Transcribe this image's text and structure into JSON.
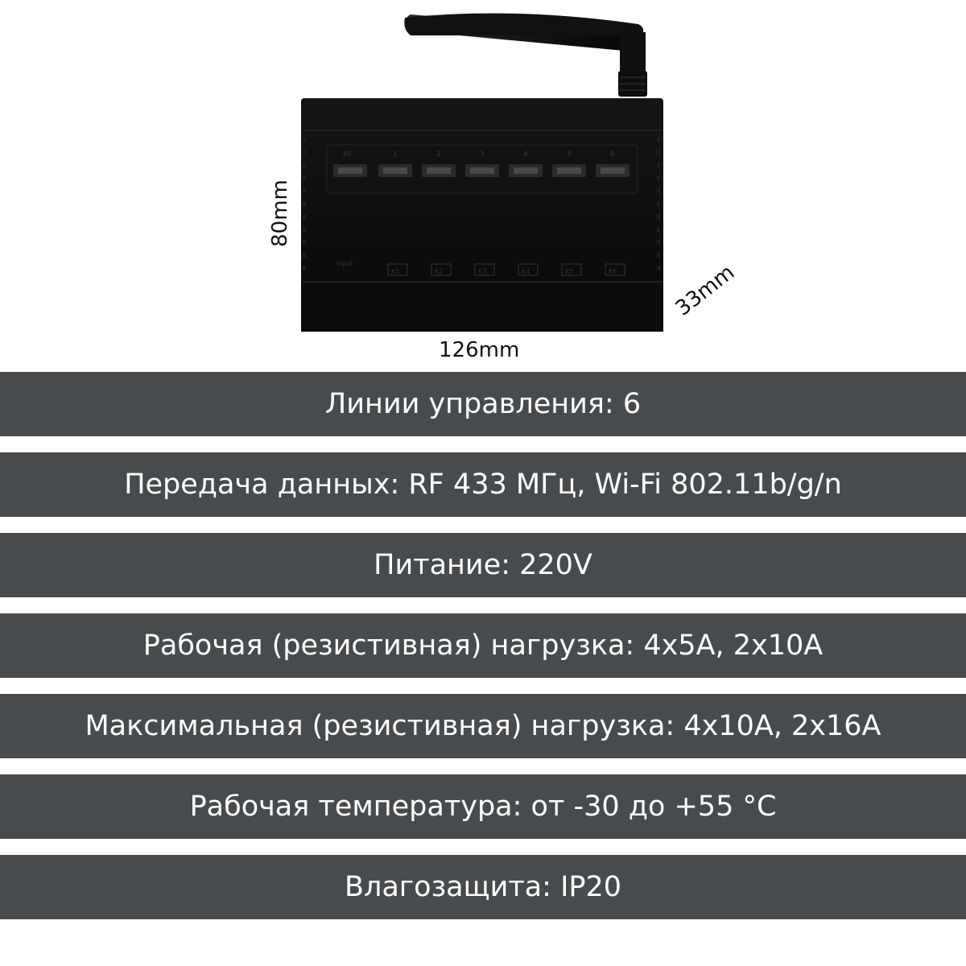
{
  "dimensions": {
    "width": "126mm",
    "height": "80mm",
    "depth": "33mm"
  },
  "device": {
    "top_labels": [
      "RF",
      "1",
      "2",
      "3",
      "4",
      "5",
      "6"
    ],
    "bottom_labels": [
      "Input",
      "K1",
      "K2",
      "K3",
      "K4",
      "K5",
      "K6"
    ]
  },
  "specs": [
    "Линии управления: 6",
    "Передача данных: RF 433 МГц, Wi-Fi 802.11b/g/n",
    "Питание: 220V",
    "Рабочая (резистивная) нагрузка: 4x5A, 2x10A",
    "Максимальная (резистивная) нагрузка: 4x10A, 2x16A",
    "Рабочая температура: от -30 до +55 °C",
    "Влагозащита: IP20"
  ]
}
